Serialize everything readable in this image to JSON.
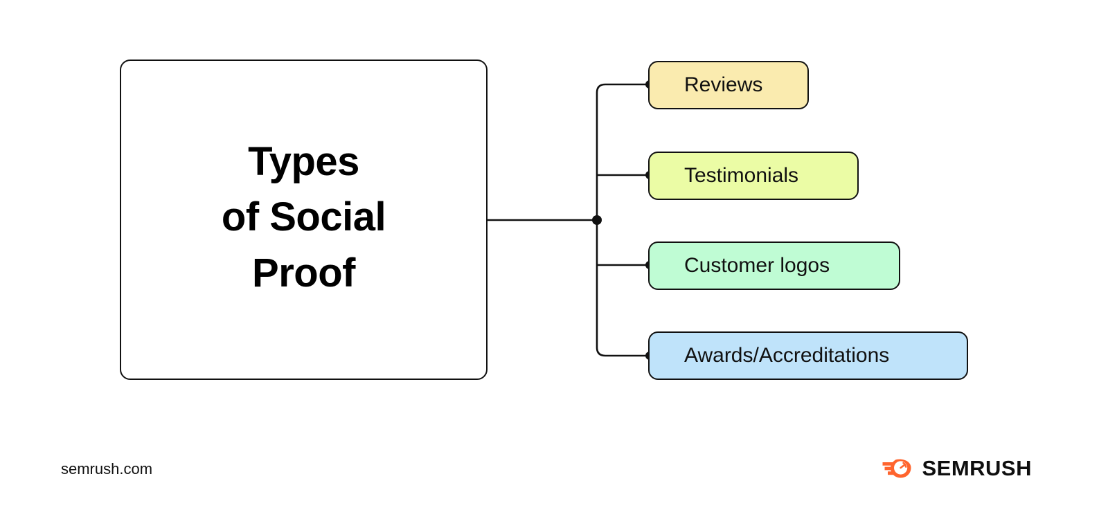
{
  "diagram": {
    "title_line_1": "Types",
    "title_line_2": "of Social",
    "title_line_3": "Proof",
    "title_text": "Types\nof Social\nProof",
    "branches": [
      {
        "label": "Reviews",
        "color": "#FAEBAF"
      },
      {
        "label": "Testimonials",
        "color": "#EBFCA5"
      },
      {
        "label": "Customer logos",
        "color": "#BFFCD4"
      },
      {
        "label": "Awards/Accreditations",
        "color": "#BFE3FA"
      }
    ],
    "line_color": "#111111",
    "background": "#FFFFFF"
  },
  "footer": {
    "url": "semrush.com",
    "brand": "SEMRUSH",
    "brand_color": "#FF642D"
  }
}
